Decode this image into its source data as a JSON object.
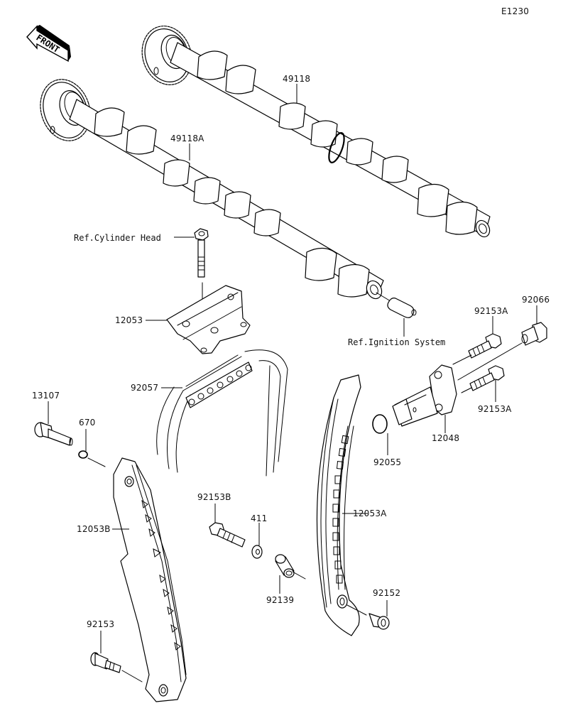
{
  "diagram": {
    "title": "Camshaft(s)/Tensioner parts diagram",
    "figure_code": "E1230",
    "direction_indicator": "FRONT",
    "colors": {
      "line": "#000000",
      "background": "#ffffff"
    },
    "callouts": [
      {
        "id": "49118",
        "label": "49118",
        "part": "exhaust camshaft"
      },
      {
        "id": "49118A",
        "label": "49118A",
        "part": "intake camshaft"
      },
      {
        "id": "ref-cyl-head",
        "label": "Ref.Cylinder Head",
        "part": "cylinder head bolt (reference)"
      },
      {
        "id": "12053",
        "label": "12053",
        "part": "chain guide (upper)"
      },
      {
        "id": "ref-ignition",
        "label": "Ref.Ignition System",
        "part": "timing rotor (reference)"
      },
      {
        "id": "92153A-top",
        "label": "92153A",
        "part": "bolt"
      },
      {
        "id": "92066",
        "label": "92066",
        "part": "plug"
      },
      {
        "id": "92153A-bottom",
        "label": "92153A",
        "part": "bolt"
      },
      {
        "id": "12048",
        "label": "12048",
        "part": "chain tensioner"
      },
      {
        "id": "92055",
        "label": "92055",
        "part": "o-ring"
      },
      {
        "id": "92057",
        "label": "92057",
        "part": "timing chain"
      },
      {
        "id": "13107",
        "label": "13107",
        "part": "guide pivot bolt"
      },
      {
        "id": "670",
        "label": "670",
        "part": "o-ring"
      },
      {
        "id": "12053B",
        "label": "12053B",
        "part": "tensioner guide"
      },
      {
        "id": "92153B",
        "label": "92153B",
        "part": "bolt"
      },
      {
        "id": "411",
        "label": "411",
        "part": "washer"
      },
      {
        "id": "92139",
        "label": "92139",
        "part": "collar"
      },
      {
        "id": "12053A",
        "label": "12053A",
        "part": "chain guide"
      },
      {
        "id": "92152",
        "label": "92152",
        "part": "collar"
      },
      {
        "id": "92153",
        "label": "92153",
        "part": "bolt"
      }
    ]
  }
}
